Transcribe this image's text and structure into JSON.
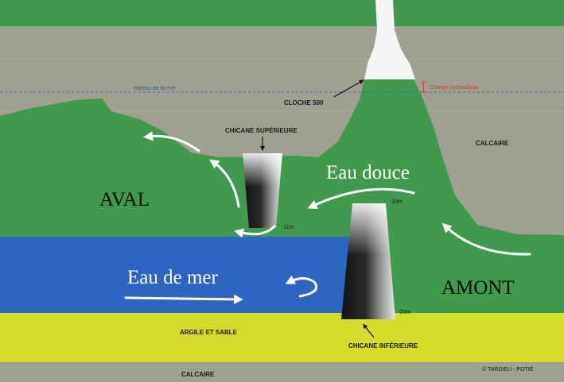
{
  "labels": {
    "sea_level": "Niveau de la mer",
    "cloche": "CLOCHE 500",
    "charge": "Charge hydraulique",
    "chicane_sup": "CHICANE SUPÉRIEURE",
    "calcaire_right": "CALCAIRE",
    "eau_douce": "Eau douce",
    "aval": "AVAL",
    "amont": "AMONT",
    "eau_de_mer": "Eau de mer",
    "depth_10": "-10m",
    "depth_11": "-11m",
    "depth_20": "-20m",
    "argile": "ARGILE ET SABLE",
    "chicane_inf": "CHICANE INFÉRIEURE",
    "calcaire_bottom": "CALCAIRE",
    "credit": "© TARDIEU - POTIÉ"
  },
  "colors": {
    "limestone": "#9f9f92",
    "green": "#3f9a4e",
    "sea": "#2c66c2",
    "clay": "#d5dc2b",
    "plume": "#f5f5f5",
    "red": "#d0402a"
  }
}
